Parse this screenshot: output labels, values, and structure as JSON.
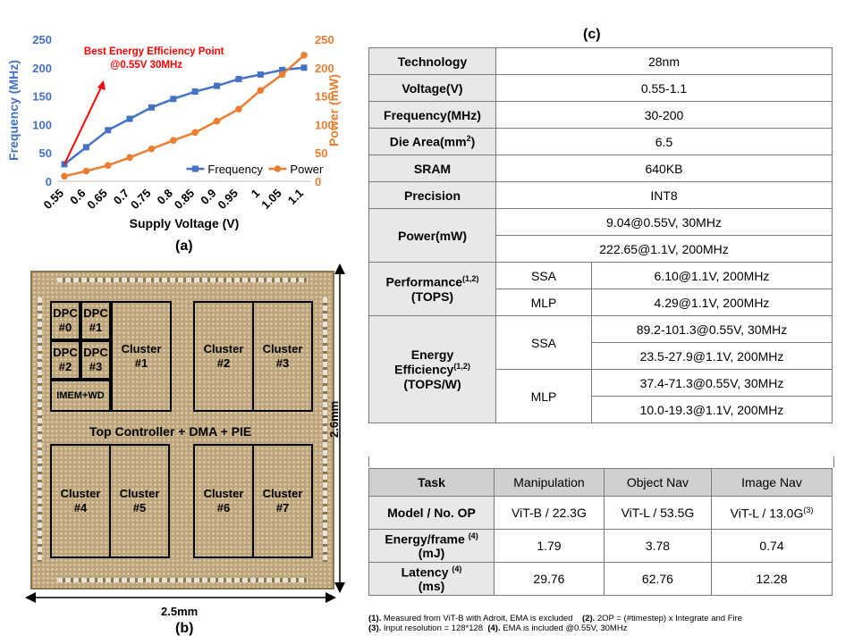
{
  "chart_data": {
    "type": "line",
    "x": [
      0.55,
      0.6,
      0.65,
      0.7,
      0.75,
      0.8,
      0.85,
      0.9,
      0.95,
      1,
      1.05,
      1.1
    ],
    "xtick_labels": [
      "0.55",
      "0.6",
      "0.65",
      "0.7",
      "0.75",
      "0.8",
      "0.85",
      "0.9",
      "0.95",
      "1",
      "1.05",
      "1.1"
    ],
    "series": [
      {
        "name": "Frequency",
        "axis": "left",
        "color": "#4472c4",
        "marker": "square",
        "values": [
          30,
          60,
          90,
          110,
          130,
          145,
          158,
          168,
          180,
          188,
          196,
          200
        ]
      },
      {
        "name": "Power",
        "axis": "right",
        "color": "#ed7d31",
        "marker": "circle",
        "values": [
          9,
          18,
          28,
          42,
          57,
          72,
          86,
          106,
          127,
          160,
          188,
          222
        ]
      }
    ],
    "xlabel": "Supply Voltage (V)",
    "ylabel_left": "Frequency (MHz)",
    "ylabel_right": "Power (mW)",
    "ylim_left": [
      0,
      250
    ],
    "ylim_right": [
      0,
      250
    ],
    "yticks_left": [
      "0",
      "50",
      "100",
      "150",
      "200",
      "250"
    ],
    "yticks_right": [
      "0",
      "50",
      "100",
      "150",
      "200",
      "250"
    ],
    "annotation": {
      "line1": "Best Energy Efficiency Point",
      "line2": "@0.55V 30MHz",
      "color": "#ff0000"
    },
    "legend": "bottom-right",
    "grid": false
  },
  "captions": {
    "a": "(a)",
    "b": "(b)",
    "c": "(c)"
  },
  "die": {
    "dpc": [
      "DPC\n#0",
      "DPC\n#1",
      "DPC\n#2",
      "DPC\n#3"
    ],
    "imem": "IMEM+WD",
    "clusters": [
      "Cluster\n#1",
      "Cluster\n#2",
      "Cluster\n#3",
      "Cluster\n#4",
      "Cluster\n#5",
      "Cluster\n#6",
      "Cluster\n#7"
    ],
    "top": "Top Controller + DMA + PIE",
    "width": "2.5mm",
    "height": "2.6mm"
  },
  "spec": {
    "technology": {
      "label": "Technology",
      "value": "28nm"
    },
    "voltage": {
      "label": "Voltage(V)",
      "value": "0.55-1.1"
    },
    "frequency": {
      "label": "Frequency(MHz)",
      "value": "30-200"
    },
    "die_area": {
      "label": "Die Area(mm",
      "sup": "2",
      "label_end": ")",
      "value": "6.5"
    },
    "sram": {
      "label": "SRAM",
      "value": "640KB"
    },
    "precision": {
      "label": "Precision",
      "value": "INT8"
    },
    "power": {
      "label": "Power(mW)",
      "values": [
        "9.04@0.55V, 30MHz",
        "222.65@1.1V, 200MHz"
      ]
    },
    "performance": {
      "label": "Performance",
      "sup": "(1,2)",
      "label2": "(TOPS)",
      "rows": [
        {
          "name": "SSA",
          "value": "6.10@1.1V, 200MHz"
        },
        {
          "name": "MLP",
          "value": "4.29@1.1V, 200MHz"
        }
      ]
    },
    "efficiency": {
      "label1": "Energy",
      "label2": "Efficiency",
      "sup": "(1,2)",
      "label3": "(TOPS/W)",
      "ssa": "SSA",
      "ssa_values": [
        "89.2-101.3@0.55V, 30MHz",
        "23.5-27.9@1.1V, 200MHz"
      ],
      "mlp": "MLP",
      "mlp_values": [
        "37.4-71.3@0.55V, 30MHz",
        "10.0-19.3@1.1V, 200MHz"
      ]
    }
  },
  "tasks": {
    "headers": [
      "Task",
      "Manipulation",
      "Object Nav",
      "Image Nav"
    ],
    "model": {
      "label": "Model / No. OP",
      "values": [
        "ViT-B / 22.3G",
        "ViT-L / 53.5G",
        "ViT-L / 13.0G"
      ],
      "last_sup": "(3)"
    },
    "energy": {
      "label": "Energy/frame",
      "sup": "(4)",
      "unit": "(mJ)",
      "values": [
        "1.79",
        "3.78",
        "0.74"
      ]
    },
    "latency": {
      "label": "Latency",
      "sup": "(4)",
      "unit": "(ms)",
      "values": [
        "29.76",
        "62.76",
        "12.28"
      ]
    }
  },
  "footnotes": {
    "line1a": "(1).",
    "line1b": " Measured from ViT-B with Adroit, EMA is excluded    ",
    "line1c": "(2).",
    "line1d": " 2OP = (#timestep) x Integrate and Fire",
    "line2a": "(3).",
    "line2b": " Input resolution = 128*128  ",
    "line2c": "(4).",
    "line2d": " EMA is included @0.55V, 30MHz"
  }
}
